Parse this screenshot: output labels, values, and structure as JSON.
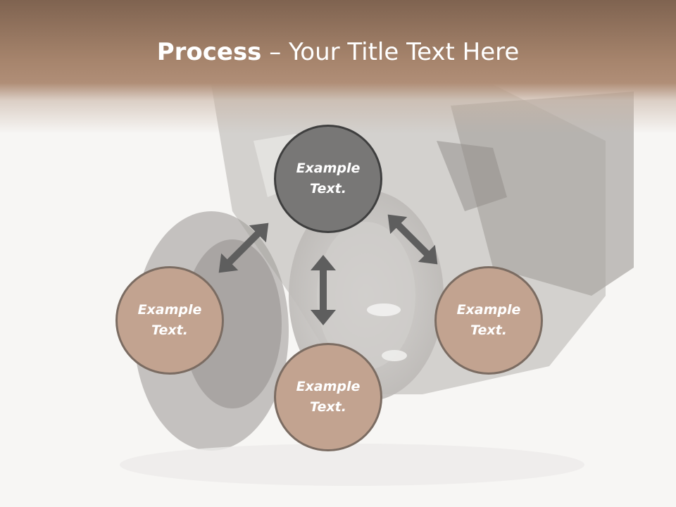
{
  "slide": {
    "title_bold": "Process",
    "title_rest": " – Your Title Text Here"
  },
  "nodes": {
    "top": "Example\nText.",
    "left": "Example\nText.",
    "right": "Example\nText.",
    "bottom": "Example\nText."
  },
  "colors": {
    "header": "#a6846c",
    "node_fill": "#c2a390",
    "center_node_fill": "#787776",
    "arrow": "#5e5e5e"
  }
}
